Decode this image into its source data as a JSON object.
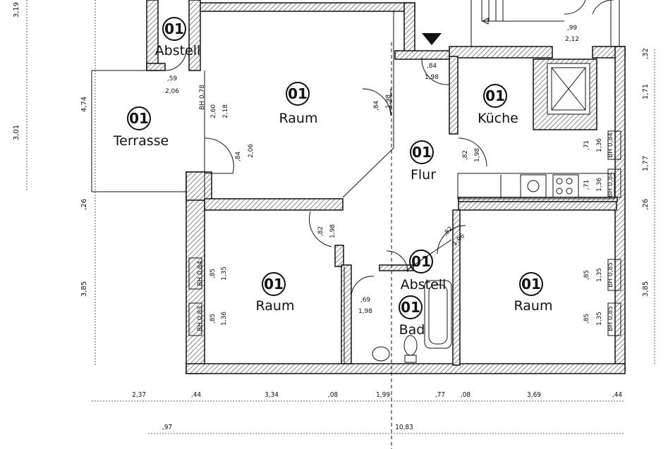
{
  "rooms": [
    {
      "id": "abstell-top",
      "num": "01",
      "name": "Abstell"
    },
    {
      "id": "raum-top",
      "num": "01",
      "name": "Raum"
    },
    {
      "id": "terrasse",
      "num": "01",
      "name": "Terrasse"
    },
    {
      "id": "kueche",
      "num": "01",
      "name": "Küche"
    },
    {
      "id": "flur",
      "num": "01",
      "name": "Flur"
    },
    {
      "id": "raum-left",
      "num": "01",
      "name": "Raum"
    },
    {
      "id": "abstell-mid",
      "num": "01",
      "name": "Abstell"
    },
    {
      "id": "bad",
      "num": "01",
      "name": "Bad"
    },
    {
      "id": "raum-right",
      "num": "01",
      "name": "Raum"
    }
  ],
  "dims_bottom": [
    "2,37",
    ",44",
    "3,34",
    ",08",
    "1,99",
    ",77",
    ",08",
    "3,69",
    ",44"
  ],
  "dims_bottom2": [
    ",97",
    "10,83"
  ],
  "dims_left": [
    "3,19",
    "3,01",
    "4,74",
    ",26",
    "3,85"
  ],
  "dims_right": [
    ",32",
    "1,71",
    "1,77",
    ",26",
    "3,85"
  ],
  "door_labels": {
    "abstell_door": [
      ",59",
      "2,06"
    ],
    "terrasse_door": [
      ",84",
      "2,06"
    ],
    "terrasse_window": [
      "BH 0,78",
      "2,60",
      "2,18"
    ],
    "raum_top_door": [
      ",84",
      "1,98"
    ],
    "entry_door": [
      ",84",
      "1,98"
    ],
    "stair_window": [
      ",99",
      "2,12"
    ],
    "kueche_door": [
      ",82",
      "1,98"
    ],
    "kueche_win1": [
      ",71",
      "1,36",
      "BH 0,84"
    ],
    "kueche_win2": [
      ",71",
      "1,36",
      "BH 0,84"
    ],
    "raum_left_door": [
      ",82",
      "1,98"
    ],
    "raum_right_door": [
      ",82",
      "1,96"
    ],
    "bad_door": [
      ",69",
      "1,98"
    ],
    "raum_left_win1": [
      "BH 0,84",
      ",85",
      "1,35"
    ],
    "raum_left_win2": [
      "BH 0,83",
      ",85",
      "1,36"
    ],
    "raum_right_win1": [
      ",85",
      "1,35",
      "BH 0,85"
    ],
    "raum_right_win2": [
      ",85",
      "1,35",
      "BH 0,85"
    ]
  }
}
